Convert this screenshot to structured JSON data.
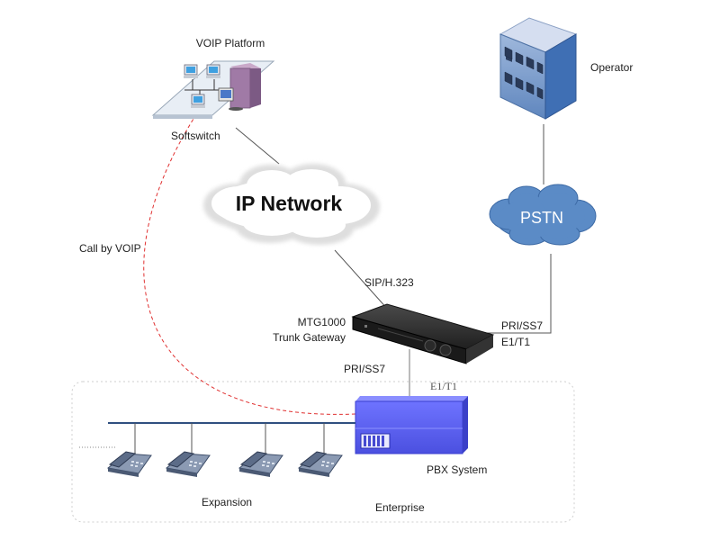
{
  "labels": {
    "voip_platform": "VOIP Platform",
    "softswitch": "Softswitch",
    "operator": "Operator",
    "ip_network": "IP Network",
    "pstn": "PSTN",
    "call_by_voip": "Call by VOIP",
    "sip_h323": "SIP/H.323",
    "gateway_name": "MTG1000",
    "gateway_type": "Trunk Gateway",
    "pri_ss7_right": "PRI/SS7",
    "e1t1_right": "E1/T1",
    "pri_ss7_lower": "PRI/SS7",
    "e1t1_lower": "E1/T1",
    "pbx_system": "PBX System",
    "expansion": "Expansion",
    "enterprise": "Enterprise"
  },
  "colors": {
    "cloud_ip_fill": "#ffffff",
    "cloud_pstn_fill": "#5b8bc6",
    "pbx_blue": "#5a5ff0",
    "voip_call_line": "#e03030",
    "bus_line": "#2f4f80",
    "building_blue": "#6f95c8",
    "gateway_dark": "#2b2b2b"
  },
  "icons": [
    "softswitch-network-icon",
    "operator-building-icon",
    "trunk-gateway-icon",
    "pbx-system-icon",
    "ip-phone-icon"
  ]
}
